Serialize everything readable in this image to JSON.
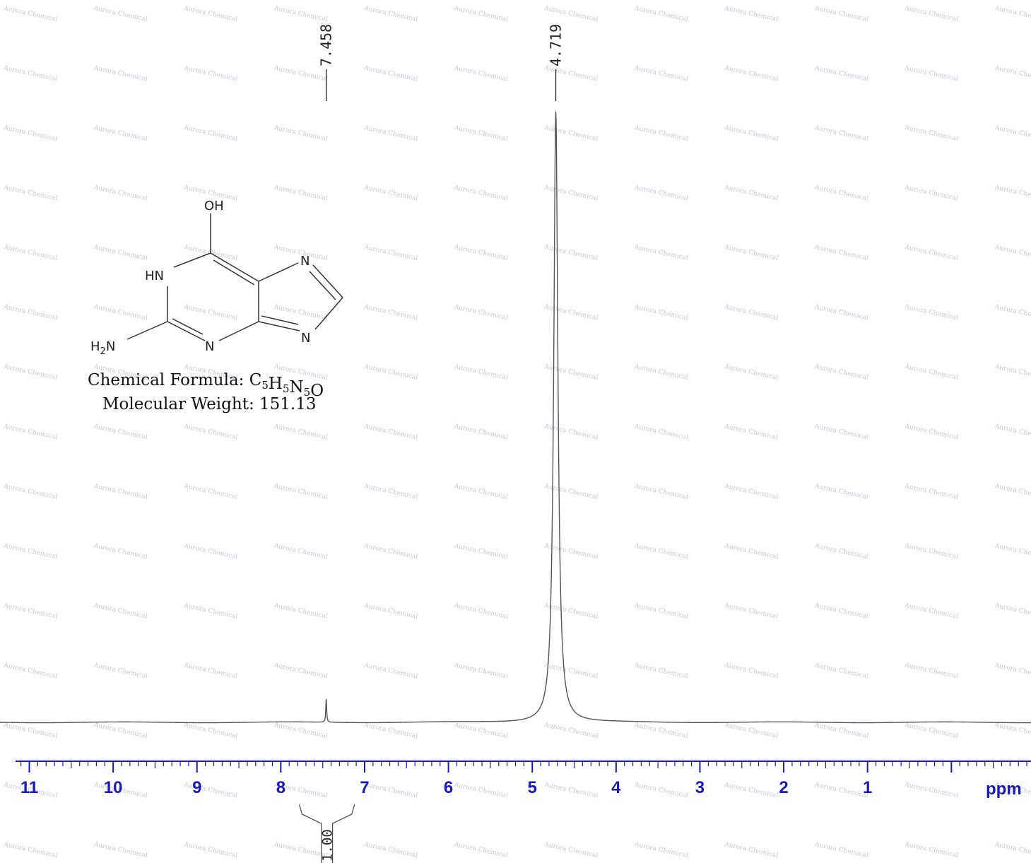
{
  "chart_data": {
    "type": "line",
    "title": "",
    "xlabel": "ppm",
    "xlim": [
      11.35,
      -0.95
    ],
    "x_reversed": true,
    "x_ticks": [
      11,
      10,
      9,
      8,
      7,
      6,
      5,
      4,
      3,
      2,
      1
    ],
    "axis_color": "#1a1ab4",
    "line_color": "#555555",
    "peaks": [
      {
        "ppm": 7.458,
        "label": "7.458",
        "relative_height": 0.04
      },
      {
        "ppm": 4.719,
        "label": "4.719",
        "relative_height": 1.0
      }
    ],
    "integrals": [
      {
        "from": 7.78,
        "to": 7.12,
        "value": "1.00"
      }
    ]
  },
  "molecule": {
    "atom_labels": {
      "oh": "OH",
      "nh": "HN",
      "n7": "N",
      "n9": "N",
      "n3": "N",
      "h2n_h": "H",
      "h2n_sub": "2",
      "h2n_n": "N"
    },
    "formula_prefix": "Chemical Formula: ",
    "formula_parts": [
      {
        "t": "C",
        "sub": "5"
      },
      {
        "t": "H",
        "sub": "5"
      },
      {
        "t": "N",
        "sub": "5"
      },
      {
        "t": "O",
        "sub": ""
      }
    ],
    "weight_text": "Molecular Weight: 151.13"
  },
  "watermark": {
    "text": "Aurora Chemical",
    "color": "#c8c8d8"
  }
}
